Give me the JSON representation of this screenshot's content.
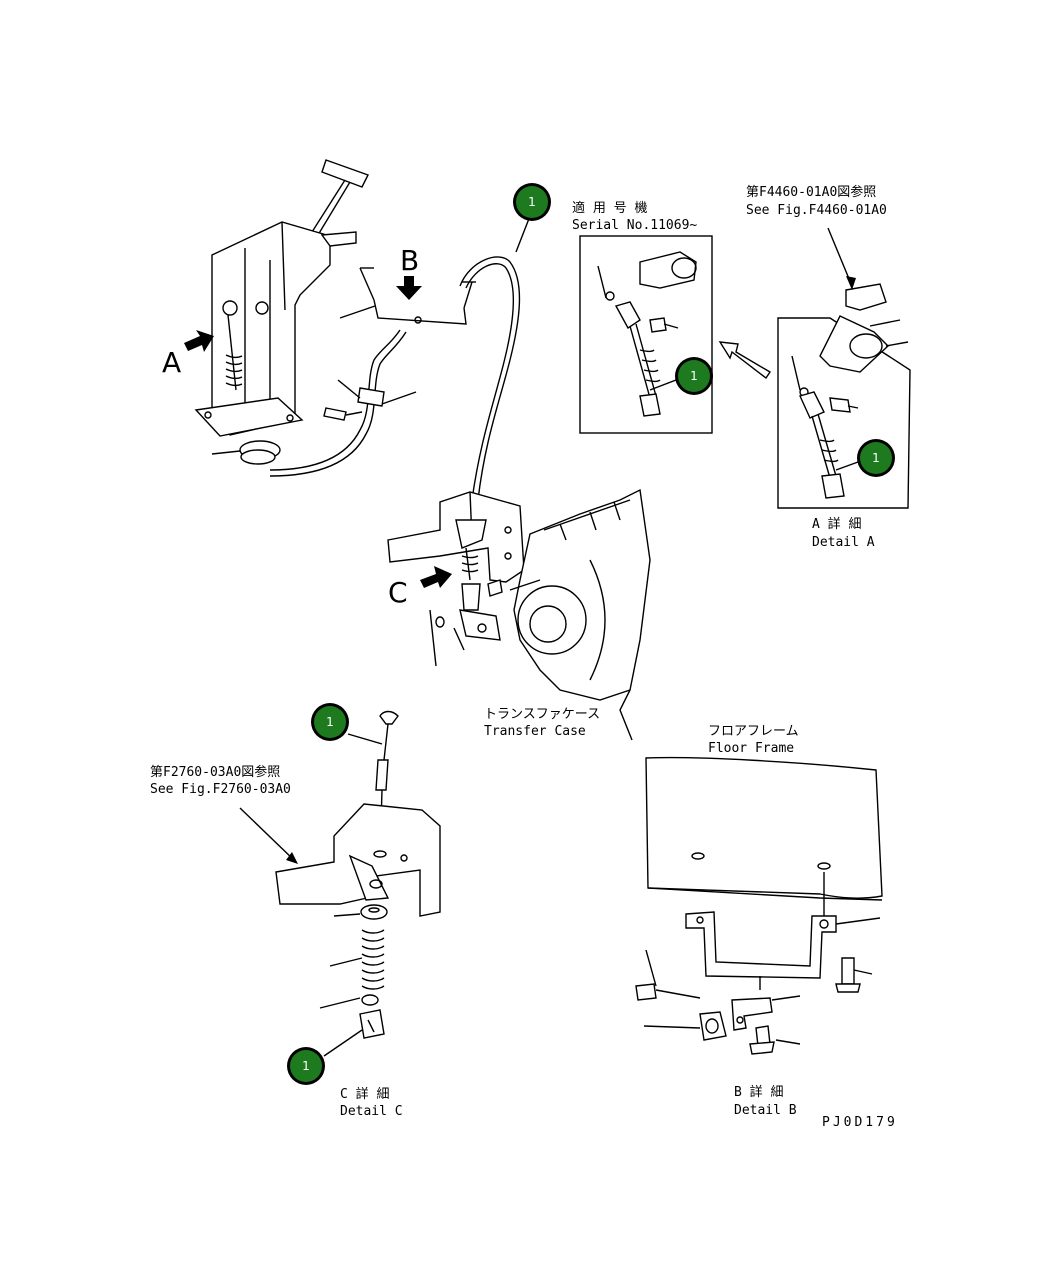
{
  "labels": {
    "serial_jp": "適 用 号 機",
    "serial_en": "Serial No.11069~",
    "ref_a_jp": "第F4460-01A0図参照",
    "ref_a_en": "See Fig.F4460-01A0",
    "detail_a_jp": "A 詳 細",
    "detail_a_en": "Detail A",
    "transfer_jp": "トランスファケース",
    "transfer_en": "Transfer Case",
    "floor_jp": "フロアフレーム",
    "floor_en": "Floor Frame",
    "ref_c_jp": "第F2760-03A0図参照",
    "ref_c_en": "See Fig.F2760-03A0",
    "detail_c_jp": "C 詳 細",
    "detail_c_en": "Detail C",
    "detail_b_jp": "B 詳 細",
    "detail_b_en": "Detail B",
    "drawing_code": "PJ0D179",
    "view_a": "A",
    "view_b": "B",
    "view_c": "C"
  },
  "callouts": [
    "1",
    "1",
    "1",
    "1",
    "1"
  ],
  "colors": {
    "callout_fill": "#1e7a1e",
    "callout_ring": "#000000",
    "line": "#000000"
  }
}
